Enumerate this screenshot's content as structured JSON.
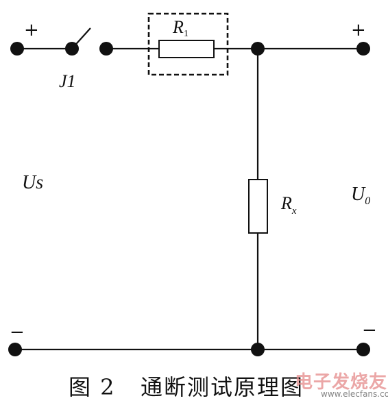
{
  "labels": {
    "plus_left": "+",
    "plus_right": "+",
    "minus_left": "−",
    "minus_right": "−",
    "switch": "J1",
    "r1_main": "R",
    "r1_sub": "1",
    "rx_main": "R",
    "rx_sub": "x",
    "us": "Us",
    "u0_main": "U",
    "u0_sub": "0"
  },
  "caption": "图 2   通断测试原理图",
  "watermark": {
    "brand": "电子发烧友",
    "site": "www.elecfans.com"
  }
}
